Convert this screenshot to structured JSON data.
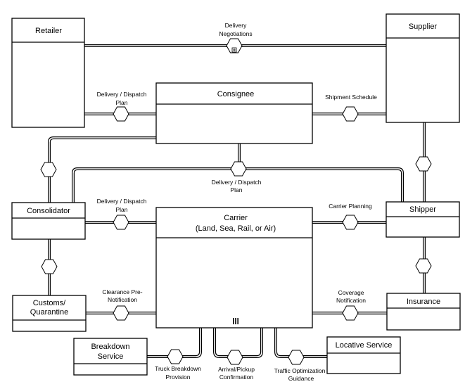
{
  "participants": {
    "retailer": "Retailer",
    "supplier": "Supplier",
    "consignee": "Consignee",
    "consolidator": "Consolidator",
    "shipper": "Shipper",
    "carrier_line1": "Carrier",
    "carrier_line2": "(Land, Sea, Rail, or Air)",
    "customs_line1": "Customs/",
    "customs_line2": "Quarantine",
    "insurance": "Insurance",
    "breakdown_line1": "Breakdown",
    "breakdown_line2": "Service",
    "locative": "Locative Service"
  },
  "conversations": {
    "delivery_negotiations": [
      "Delivery",
      "Negotiations"
    ],
    "retailer_consignee": [
      "Delivery / Dispatch",
      "Plan"
    ],
    "shipment_schedule": [
      "Shipment Schedule"
    ],
    "consignee_dispatch": [
      "Delivery / Dispatch",
      "Plan"
    ],
    "consolidator_carrier": [
      "Delivery / Dispatch",
      "Plan"
    ],
    "carrier_planning": [
      "Carrier Planning"
    ],
    "clearance": [
      "Clearance Pre-",
      "Notification"
    ],
    "coverage": [
      "Coverage",
      "Notification"
    ],
    "truck_breakdown": [
      "Truck Breakdown",
      "Provision"
    ],
    "arrival_pickup": [
      "Arrival/Pickup",
      "Confirmation"
    ],
    "traffic": [
      "Traffic Optimization",
      "Guidance"
    ]
  },
  "markers": {
    "sub_conversation": "plus-square-icon",
    "multi_instance": "parallel-bars-icon"
  }
}
